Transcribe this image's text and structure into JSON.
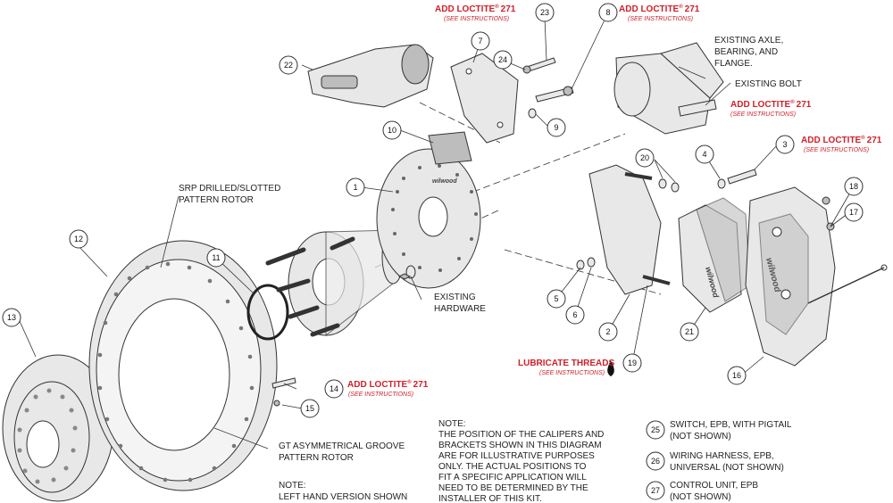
{
  "callouts": [
    "1",
    "2",
    "3",
    "4",
    "5",
    "6",
    "7",
    "8",
    "9",
    "10",
    "11",
    "12",
    "13",
    "14",
    "15",
    "16",
    "17",
    "18",
    "19",
    "20",
    "21",
    "22",
    "23",
    "24",
    "25",
    "26",
    "27"
  ],
  "add_loctite": "ADD LOCTITE",
  "registered": "®",
  "loctite_number": "271",
  "see_instructions": "(SEE INSTRUCTIONS)",
  "lubricate_threads": "LUBRICATE THREADS",
  "labels": {
    "axle": [
      "EXISTING AXLE,",
      "BEARING, AND",
      "FLANGE."
    ],
    "bolt": "EXISTING BOLT",
    "srp_rotor": [
      "SRP DRILLED/SLOTTED",
      "PATTERN ROTOR"
    ],
    "hardware": [
      "EXISTING",
      "HARDWARE"
    ],
    "gt_rotor": [
      "GT ASYMMETRICAL GROOVE",
      "PATTERN ROTOR"
    ],
    "left_note": [
      "NOTE:",
      "LEFT HAND VERSION SHOWN"
    ]
  },
  "note": [
    "NOTE:",
    "THE POSITION OF THE CALIPERS AND",
    "BRACKETS SHOWN IN THIS DIAGRAM",
    "ARE FOR ILLUSTRATIVE PURPOSES",
    "ONLY.  THE ACTUAL POSITIONS TO",
    "FIT A SPECIFIC APPLICATION WILL",
    "NEED TO BE DETERMINED BY THE",
    "INSTALLER OF THIS KIT."
  ],
  "not_shown": [
    {
      "num": "25",
      "lines": [
        "SWITCH, EPB, WITH PIGTAIL",
        "(NOT SHOWN)"
      ]
    },
    {
      "num": "26",
      "lines": [
        "WIRING HARNESS, EPB,",
        "UNIVERSAL (NOT SHOWN)"
      ]
    },
    {
      "num": "27",
      "lines": [
        "CONTROL UNIT, EPB",
        "(NOT SHOWN)"
      ]
    }
  ],
  "brand": "wilwood",
  "colors": {
    "loctite_red": "#d0202a",
    "part_fill": "#e8e8e8",
    "line": "#333333"
  }
}
